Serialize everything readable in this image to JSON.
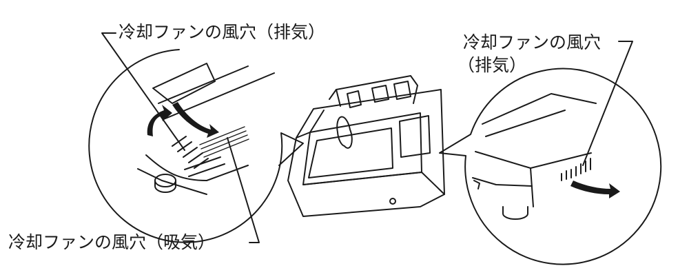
{
  "labels": {
    "exhaust_left": "冷却ファンの風穴（排気）",
    "intake": "冷却ファンの風穴（吸気）",
    "exhaust_right_line1": "冷却ファンの風穴",
    "exhaust_right_line2": "（排気）"
  },
  "colors": {
    "ink": "#1a1a1a",
    "background": "#ffffff"
  },
  "icons": [
    "airflow-arrow-icon"
  ]
}
